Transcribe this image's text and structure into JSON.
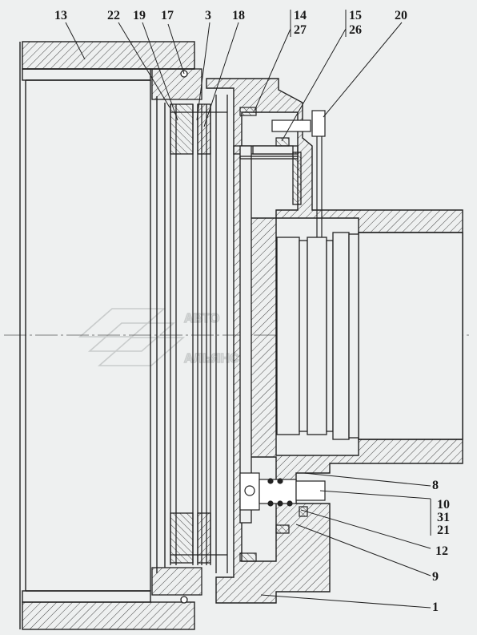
{
  "drawing": {
    "watermark": {
      "line1": "АВТО",
      "line2": "АЛЬЯНС"
    },
    "callouts": [
      {
        "id": "c13",
        "label": "13"
      },
      {
        "id": "c22",
        "label": "22"
      },
      {
        "id": "c19",
        "label": "19"
      },
      {
        "id": "c17",
        "label": "17"
      },
      {
        "id": "c3",
        "label": "3"
      },
      {
        "id": "c18",
        "label": "18"
      },
      {
        "id": "c14",
        "label": "14"
      },
      {
        "id": "c27",
        "label": "27"
      },
      {
        "id": "c15",
        "label": "15"
      },
      {
        "id": "c26",
        "label": "26"
      },
      {
        "id": "c20",
        "label": "20"
      },
      {
        "id": "c8",
        "label": "8"
      },
      {
        "id": "c10",
        "label": "10"
      },
      {
        "id": "c31",
        "label": "31"
      },
      {
        "id": "c21",
        "label": "21"
      },
      {
        "id": "c12",
        "label": "12"
      },
      {
        "id": "c9",
        "label": "9"
      },
      {
        "id": "c1",
        "label": "1"
      }
    ]
  }
}
